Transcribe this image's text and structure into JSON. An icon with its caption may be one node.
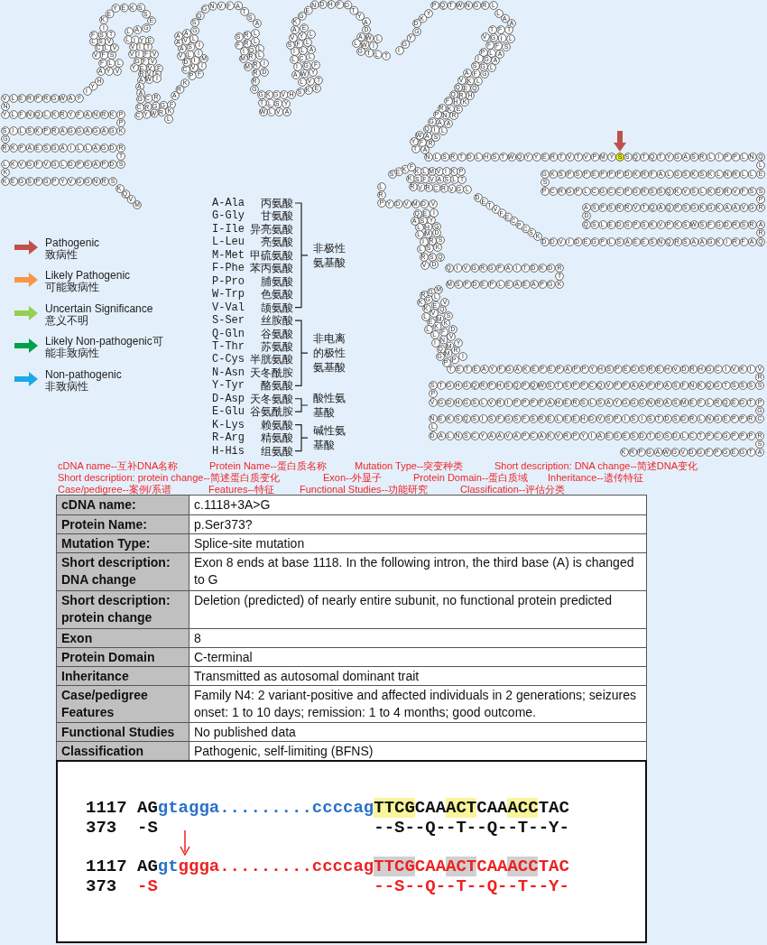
{
  "diagram": {
    "labels": [
      "V L E R P R G W A F",
      "N",
      "Y L F N Q L K R Y F A N R K P",
      "P",
      "S I L S K P R A G G A G A G K",
      "G",
      "R K P A E S G A I L L A G D R",
      "T",
      "L K V G F V G L D P G A P D S",
      "K",
      "K E G S P G P Y V G G N R S",
      "K Q V M",
      "I Y H",
      "A Y V",
      "F L L",
      "V F S",
      "C L V",
      "L S V",
      "F S T",
      "I",
      "K E Y E K S S E",
      "L A G",
      "L I Y E",
      "V I T",
      "V I F V",
      "G F V",
      "Y E V F",
      "R V F",
      "A W I",
      "A A",
      "G C R",
      "C R G G F",
      "C Y W R K",
      "L",
      "A R K",
      "P F",
      "C V I",
      "D I M",
      "V L I",
      "A S I",
      "A V L",
      "A A G",
      "S Q G N V F A T S A",
      "S R L",
      "F R L",
      "I Q L",
      "M R L",
      "M R I",
      "R D",
      "R G",
      "G K G V H",
      "T L S Y",
      "W L V A",
      "S K E",
      "L V T",
      "A W Y",
      "I G F",
      "L C L",
      "I L A",
      "S F L",
      "V Y L",
      "A E",
      "K G E N D H F D T Y A D",
      "A W L",
      "L W I",
      "G T L T",
      "I G Y G",
      "D K Y",
      "P Q T W N G R L",
      "L A A",
      "T F T",
      "V G I L",
      "F F S",
      "P L A",
      "I G A",
      "S G L",
      "A F G",
      "V K L",
      "Q E Q",
      "Q R H",
      "F H K",
      "R K E",
      "P N R",
      "G A A",
      "Q I L",
      "W A S",
      "Y F R",
      "T A",
      "N L S R T D L H S T W Q Y Y E R T V T V P M Y",
      "S",
      "S Q T Q T Y G A S R L I P P L N Q",
      "L",
      "G K S P S P E P P P D K R F A L G S K S K L N R L L E",
      "S",
      "P C R G P L C G C C P G R S S Q K V S L K D R V F S S",
      "P",
      "A S P S R R V T Q A Q P S G K G K A A V G R",
      "D",
      "Q S L E D S P S K V P K S W S F G D R S R A",
      "R",
      "D D V I D E G P L S A E E S N Q R S A A G K I R F A Q",
      "D E T V F E C P C S K",
      "L R P",
      "S E K F",
      "K L M V I K P",
      "K S F V A S L T",
      "R V R C R V G L",
      "Y D V M D V",
      "Q E I",
      "A S Y",
      "L H G",
      "L M D",
      "I R S",
      "L S K",
      "R S Q",
      "V D",
      "Q I V G R G P A I T D K D R",
      "T",
      "M S P D E P L E A E A P G K",
      "R G M",
      "K G L",
      "K E V",
      "L V Q",
      "E M S",
      "L K K",
      "L F D",
      "I N V",
      "Q M Y",
      "G M R",
      "P P I",
      "T E T E A Y F G A K E P E P A P P Y H S P E D S R E H V D R H G C I V K I V",
      "R",
      "S T G H G Q R P H S Q P Q W S T S P P C Q V P P A A P P A S F N K Q G T S S S S",
      "P",
      "V G D H G S L V R I P P P P A H E R S L S A Y G G G N R A S M E F L R Q E D T P",
      "G",
      "N E K S Q S I S F G S F S R E L E E H D V S P I S I S T D S D R L N G E P P R C",
      "L",
      "D A L N S C Y A A V A P C A K V R P Y I A E G E S D T D S D L C T P C G P P P R",
      "S",
      "K R P G A W G V D G F P G E G T A",
      "A-Ala",
      "丙氨酸",
      "G-Gly",
      "甘氨酸",
      "I-Ile",
      "异亮氨酸",
      "L-Leu",
      "亮氨酸",
      "M-Met",
      "甲硫氨酸",
      "F-Phe",
      "苯丙氨酸",
      "P-Pro",
      "脯氨酸",
      "W-Trp",
      "色氨酸",
      "V-Val",
      "颉氨酸",
      "非极性氨基酸",
      "S-Ser",
      "丝胺酸",
      "Q-Gln",
      "谷氨酸",
      "T-Thr",
      "苏氨酸",
      "C-Cys",
      "半胱氨酸",
      "N-Asn",
      "天冬酰胺",
      "Y-Tyr",
      "酪氨酸",
      "非电离的极性氨基酸",
      "D-Asp",
      "天冬氨酸",
      "E-Glu",
      "谷氨酰胺",
      "酸性氨基酸",
      "K-Lys",
      "赖氨酸",
      "R-Arg",
      "精氨酸",
      "H-His",
      "组氨酸",
      "碱性氨基酸",
      "cDNA name--互补DNA名称",
      "Protein Name--蛋白质名称",
      "Mutation Type--突变种类",
      "Short description: DNA change--简述DNA变化",
      "Short description: protein change--简述蛋白质变化",
      "Exon--外显子",
      "Protein Domain--蛋白质域",
      "Inheritance--遗传特征",
      "Case/pedigree--案例/系谱",
      "Features--特征",
      "Functional Studies--功能研究",
      "Classification--评估分类",
      "cDNA name:",
      "c.1118+3A>G",
      "Protein Name:",
      "p.Ser373?",
      "Mutation Type:",
      "Splice-site mutation",
      "Short description: DNA change",
      "Exon 8 ends at base 1118. In the following intron, the third base (A) is changed to G",
      "Short description: protein change",
      "Deletion (predicted) of nearly entire subunit, no functional protein predicted",
      "Exon",
      "8",
      "Protein Domain",
      "C-terminal",
      "Inheritance",
      "Transmitted as autosomal dominant trait",
      "Case/pedigree Features",
      "Family N4: 2 variant-positive and affected individuals in 2 generations; seizures onset: 1 to 10 days; remission: 1 to 4 months; good outcome.",
      "Functional Studies",
      "No published data",
      "Classification",
      "Pathogenic, self-limiting (BFNS)",
      "1117",
      "AG",
      "gtagga.........ccccag",
      "TTCGCAAACTCAAACCTAC",
      "373",
      "-S",
      "--S--Q--T--Q--T--Y-",
      "1117",
      "AG",
      "gt",
      "ggga.........ccccag",
      "TTCGCAAACTCAAACCTAC",
      "373",
      "-S",
      "--S--Q--T--Q--T--Y-"
    ],
    "legend": [
      {
        "text": "Pathogenic 致病性",
        "color": "#c0504d"
      },
      {
        "text": "Likely Pathogenic 可能致病性",
        "color": "#f79646"
      },
      {
        "text": "Uncertain Significance 意义不明",
        "color": "#92d050"
      },
      {
        "text": "Likely Non-pathogenic可能非致病性",
        "color": "#00a04b"
      },
      {
        "text": "Non-pathogenic 非致病性",
        "color": "#1ba9e8"
      }
    ]
  }
}
